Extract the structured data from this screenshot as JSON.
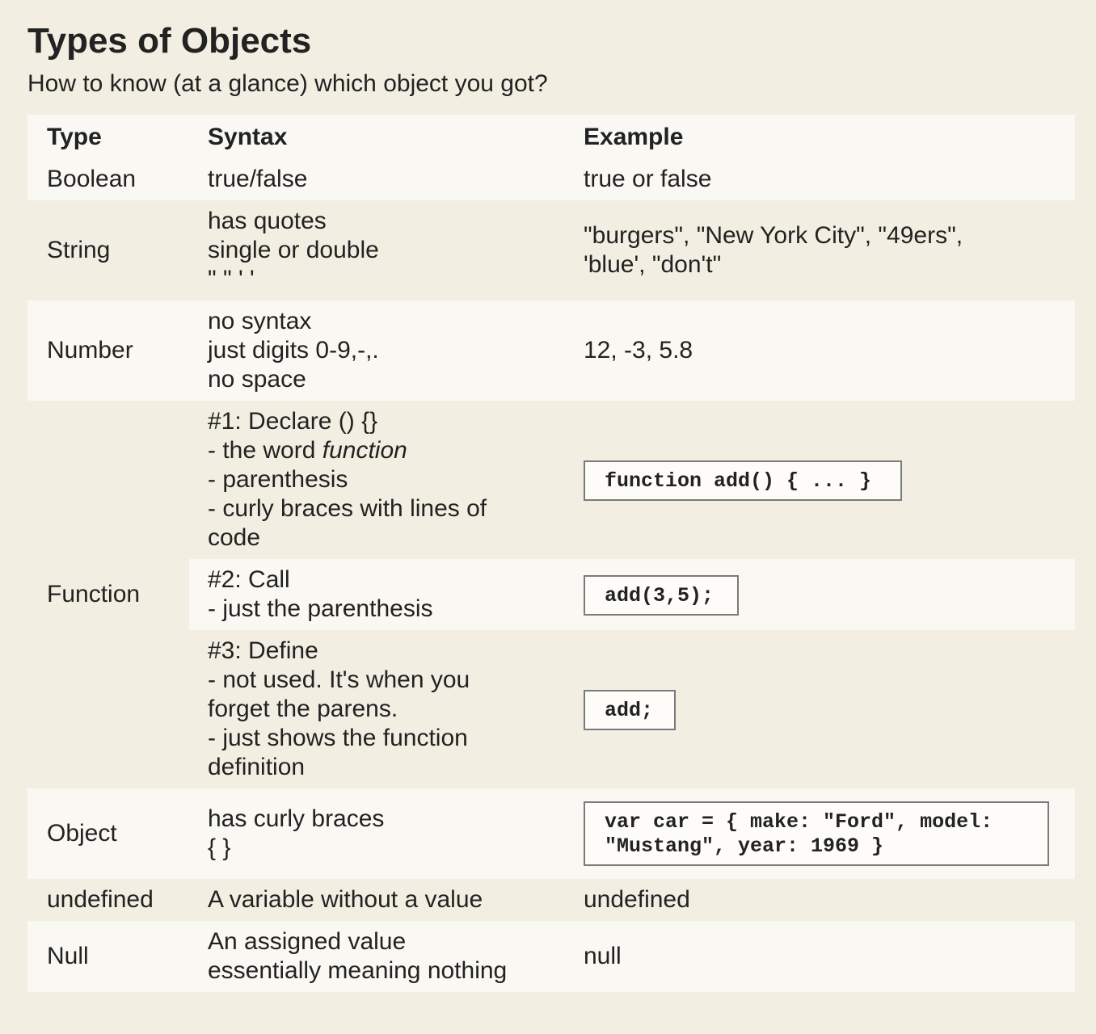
{
  "title": "Types of Objects",
  "subtitle": "How to know (at a glance) which object you got?",
  "headers": {
    "type": "Type",
    "syntax": "Syntax",
    "example": "Example"
  },
  "rows": {
    "boolean": {
      "type": "Boolean",
      "syntax": [
        "true/false"
      ],
      "example": "true or false"
    },
    "string": {
      "type": "String",
      "syntax": [
        "has quotes",
        "single or double",
        "\" \" ' '"
      ],
      "example": [
        "\"burgers\", \"New York City\", \"49ers\",",
        "'blue', \"don't\""
      ]
    },
    "number": {
      "type": "Number",
      "syntax": [
        "no syntax",
        "just digits 0-9,-,.",
        "no space"
      ],
      "example": "12, -3, 5.8"
    },
    "function": {
      "type": "Function",
      "declare": {
        "line1": "#1: Declare () {}",
        "line2_prefix": "- the word ",
        "line2_italic": "function",
        "line3": "- parenthesis",
        "line4": "- curly braces with lines of",
        "line5": "code",
        "code": "function add() { ... }"
      },
      "call": {
        "lines": [
          "#2: Call",
          "- just the parenthesis"
        ],
        "code": "add(3,5);"
      },
      "define": {
        "lines": [
          "#3: Define",
          "- not used. It's when you",
          "forget the parens.",
          "- just shows the function",
          "definition"
        ],
        "code": "add;"
      }
    },
    "object": {
      "type": "Object",
      "syntax": [
        "has curly braces",
        "{ }"
      ],
      "code": [
        "var car = { make: \"Ford\", model:",
        "\"Mustang\", year: 1969 }"
      ]
    },
    "undefined": {
      "type": "undefined",
      "syntax": [
        "A variable without a value"
      ],
      "example": "undefined"
    },
    "null": {
      "type": "Null",
      "syntax": [
        "An assigned value",
        "essentially meaning nothing"
      ],
      "example": "null"
    }
  }
}
